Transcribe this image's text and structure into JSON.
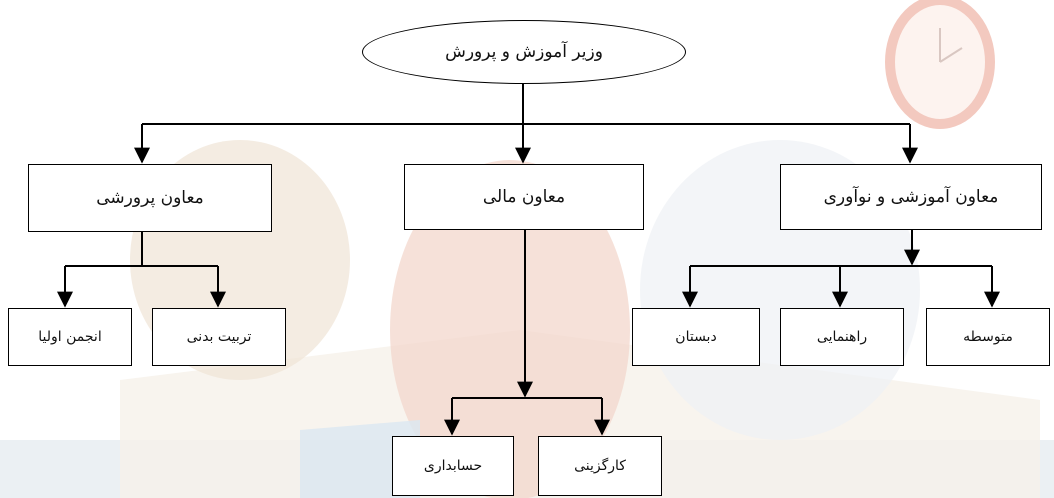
{
  "org_chart": {
    "root": {
      "label": "وزیر آموزش و پرورش"
    },
    "deputies": {
      "education": {
        "label": "معاون آموزشی و نوآوری"
      },
      "financial": {
        "label": "معاون مالی"
      },
      "training": {
        "label": "معاون پرورشی"
      }
    },
    "units": {
      "secondary": {
        "label": "متوسطه"
      },
      "guidance": {
        "label": "راهنمایی"
      },
      "primary": {
        "label": "دبستان"
      },
      "physical_education": {
        "label": "تربیت بدنی"
      },
      "parents_association": {
        "label": "انجمن اولیا"
      },
      "recruitment": {
        "label": "کارگزینی"
      },
      "accounting": {
        "label": "حسابداری"
      }
    }
  },
  "colors": {
    "line": "#000000",
    "box_fill": "#ffffff",
    "background_art": "#f2e6d8",
    "clock_accent": "#d9503a"
  }
}
